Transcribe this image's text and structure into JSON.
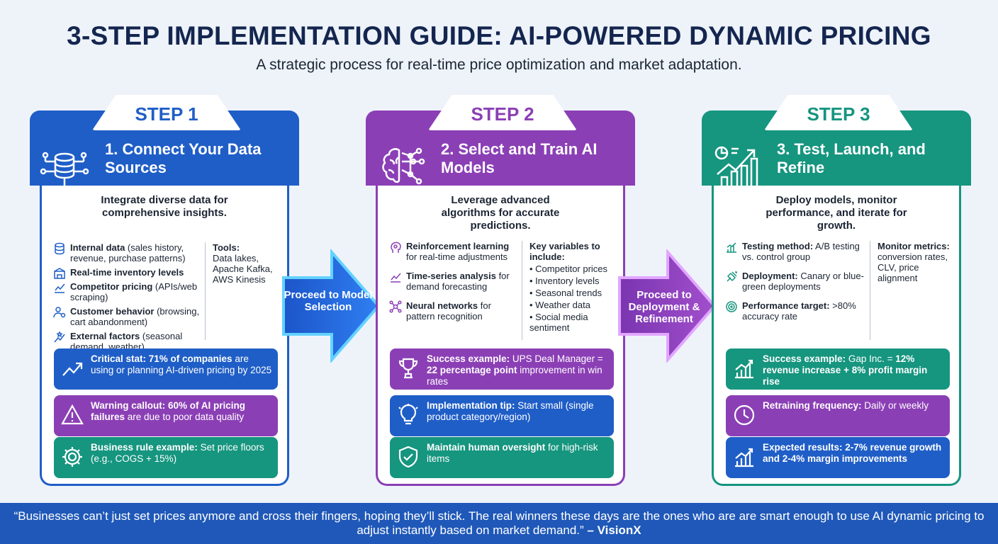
{
  "header": {
    "title": "3-STEP IMPLEMENTATION GUIDE: AI-POWERED DYNAMIC PRICING",
    "subtitle": "A strategic process for real-time price optimization and market adaptation."
  },
  "colors": {
    "step1": "#1f5ec7",
    "step2": "#8b3fb5",
    "step3": "#16957f",
    "navy": "#14264f"
  },
  "step1": {
    "tab": "STEP 1",
    "title": "1. Connect Your Data Sources",
    "icon": "database-network-icon",
    "intro": "Integrate diverse data for comprehensive insights.",
    "items": [
      {
        "icon": "database-icon",
        "bold": "Internal data",
        "text": " (sales history, revenue, purchase patterns)"
      },
      {
        "icon": "inventory-icon",
        "bold": "Real-time inventory levels",
        "text": ""
      },
      {
        "icon": "chart-line-icon",
        "bold": "Competitor pricing",
        "text": " (APIs/web scraping)"
      },
      {
        "icon": "user-gear-icon",
        "bold": "Customer behavior",
        "text": " (browsing, cart abandonment)"
      },
      {
        "icon": "external-factors-icon",
        "bold": "External factors",
        "text": " (seasonal demand, weather)"
      }
    ],
    "tools_label": "Tools:",
    "tools": "Data lakes, Apache Kafka, AWS Kinesis",
    "boxes": [
      {
        "icon": "trend-up-icon",
        "bold": "Critical stat: 71% of companies",
        "text": " are using or planning AI-driven pricing by 2025"
      },
      {
        "icon": "warning-icon",
        "bold": "Warning callout: 60% of AI pricing failures",
        "text": " are due to poor data quality"
      },
      {
        "icon": "gear-icon",
        "bold": "Business rule example:",
        "text": " Set price floors (e.g., COGS + 15%)"
      }
    ]
  },
  "step2": {
    "tab": "STEP 2",
    "title": "2. Select and Train AI Models",
    "icon": "brain-network-icon",
    "intro": "Leverage advanced algorithms for accurate predictions.",
    "items": [
      {
        "icon": "head-icon",
        "bold": "Reinforcement learning",
        "text": " for real-time adjustments"
      },
      {
        "icon": "chart-line-icon",
        "bold": "Time-series analysis",
        "text": " for demand forecasting"
      },
      {
        "icon": "network-icon",
        "bold": "Neural networks",
        "text": " for pattern recognition"
      }
    ],
    "vars_label": "Key variables to include:",
    "vars": [
      "Competitor prices",
      "Inventory levels",
      "Seasonal trends",
      "Weather data",
      "Social media sentiment"
    ],
    "boxes": [
      {
        "icon": "trophy-icon",
        "bold": "Success example:",
        "text": " UPS Deal Manager = ",
        "bold2": "22 percentage point",
        "text2": " improvement in win rates"
      },
      {
        "icon": "lightbulb-icon",
        "bold": "Implementation tip:",
        "text": " Start small (single product category/region)"
      },
      {
        "icon": "shield-check-icon",
        "bold": "Maintain human oversight",
        "text": " for high-risk items"
      }
    ]
  },
  "step3": {
    "tab": "STEP 3",
    "title": "3. Test, Launch, and Refine",
    "icon": "growth-chart-icon",
    "intro": "Deploy models, monitor performance, and iterate for growth.",
    "items": [
      {
        "icon": "bar-chart-icon",
        "bold": "Testing method:",
        "text": " A/B testing vs. control group"
      },
      {
        "icon": "deploy-icon",
        "bold": "Deployment:",
        "text": " Canary or blue-green deployments"
      },
      {
        "icon": "target-icon",
        "bold": "Performance target:",
        "text": " >80% accuracy rate"
      }
    ],
    "metrics_label": "Monitor metrics:",
    "metrics": "conversion rates, CLV, price alignment",
    "boxes": [
      {
        "icon": "growth-chart-icon",
        "bold": "Success example:",
        "text": " Gap Inc. = ",
        "bold2": "12% revenue increase + 8% profit margin rise",
        "text2": ""
      },
      {
        "icon": "clock-icon",
        "bold": "Retraining frequency:",
        "text": " Daily or weekly"
      },
      {
        "icon": "bar-chart-icon",
        "bold": "Expected results: 2-7% revenue growth and 2-4% margin improvements",
        "text": ""
      }
    ]
  },
  "arrows": {
    "a1": "Proceed to Model Selection",
    "a2": "Proceed to Deployment & Refinement"
  },
  "quote": {
    "text": "“Businesses can’t just set prices anymore and cross their fingers, hoping they’ll stick. The real winners these days are the ones who are are smart enough to use AI dynamic pricing to adjust instantly based on market demand.” ",
    "author": "– VisionX"
  }
}
